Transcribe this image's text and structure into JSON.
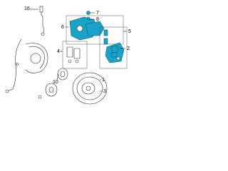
{
  "callouts": {
    "c16": "16",
    "c7": "7",
    "c8": "8",
    "c6": "6",
    "c5": "5",
    "c2": "2",
    "c4": "4",
    "c10": "10",
    "c1": "1",
    "c3": "3"
  },
  "colors": {
    "highlight": "#1aa3c8",
    "line": "#2b2b2b"
  }
}
